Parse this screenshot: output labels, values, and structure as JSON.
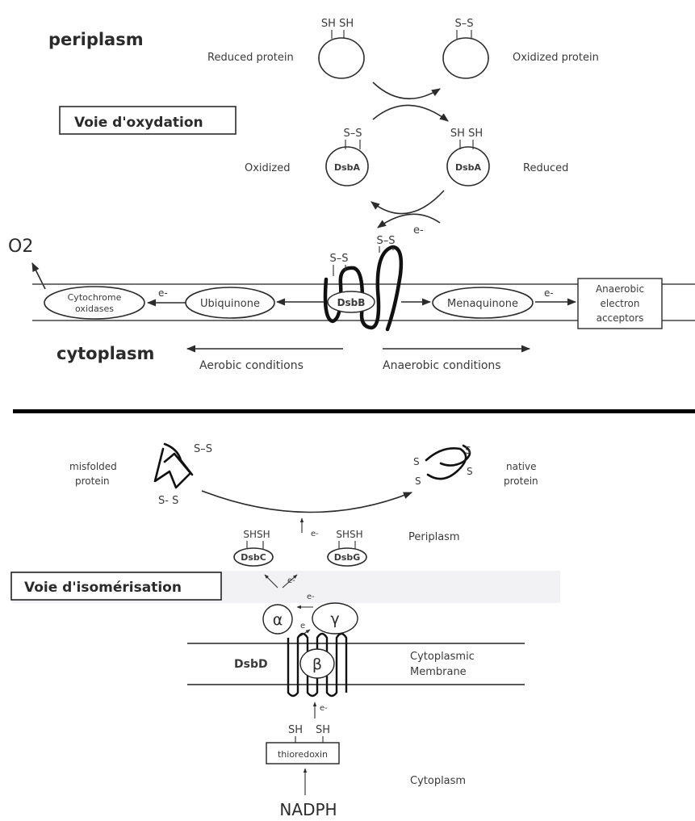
{
  "oxidation": {
    "periplasm": "periplasm",
    "cytoplasm": "cytoplasm",
    "pathway_label": "Voie d'oxydation",
    "reduced_protein": "Reduced protein",
    "oxidized_protein": "Oxidized protein",
    "sh_sh": "SH SH",
    "s_s": "S–S",
    "oxidized": "Oxidized",
    "reduced": "Reduced",
    "dsba": "DsbA",
    "dsbb": "DsbB",
    "e_minus": "e-",
    "o2": "O2",
    "cytochrome_line1": "Cytochrome",
    "cytochrome_line2": "oxidases",
    "ubiquinone": "Ubiquinone",
    "menaquinone": "Menaquinone",
    "acceptors_line1": "Anaerobic",
    "acceptors_line2": "electron",
    "acceptors_line3": "acceptors",
    "aerobic": "Aerobic conditions",
    "anaerobic": "Anaerobic conditions"
  },
  "isomerization": {
    "pathway_label": "Voie d'isomérisation",
    "misfolded_line1": "misfolded",
    "misfolded_line2": "protein",
    "native_line1": "native",
    "native_line2": "protein",
    "s_s_top": "S–S",
    "s_s_bottom": "S- S",
    "s": "S",
    "shsh": "SHSH",
    "sh": "SH",
    "dsbc": "DsbC",
    "dsbg": "DsbG",
    "periplasm": "Periplasm",
    "alpha": "α",
    "beta": "β",
    "gamma": "γ",
    "dsbd": "DsbD",
    "membrane_line1": "Cytoplasmic",
    "membrane_line2": "Membrane",
    "e": "e",
    "e_minus": "e-",
    "thioredoxin": "thioredoxin",
    "cytoplasm": "Cytoplasm",
    "nadph": "NADPH"
  }
}
